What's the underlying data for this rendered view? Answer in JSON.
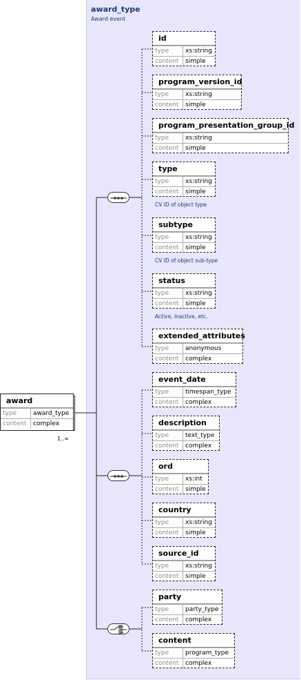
{
  "panel": {
    "title": "award_type",
    "subtitle": "Award event"
  },
  "root": {
    "name": "award",
    "type_label": "type",
    "type_value": "award_type",
    "content_label": "content",
    "content_value": "complex",
    "multiplicity": "1..∞"
  },
  "groups": [
    {
      "kind": "sequence",
      "elements": [
        {
          "name": "id",
          "type_label": "type",
          "type_value": "xs:string",
          "content_label": "content",
          "content_value": "simple",
          "note": ""
        },
        {
          "name": "program_version_id",
          "type_label": "type",
          "type_value": "xs:string",
          "content_label": "content",
          "content_value": "simple",
          "note": ""
        },
        {
          "name": "program_presentation_group_id",
          "type_label": "type",
          "type_value": "xs:string",
          "content_label": "content",
          "content_value": "simple",
          "note": ""
        },
        {
          "name": "type",
          "type_label": "type",
          "type_value": "xs:string",
          "content_label": "content",
          "content_value": "simple",
          "note": "CV ID of object type"
        },
        {
          "name": "subtype",
          "type_label": "type",
          "type_value": "xs:string",
          "content_label": "content",
          "content_value": "simple",
          "note": "CV ID of object sub-type"
        },
        {
          "name": "status",
          "type_label": "type",
          "type_value": "xs:string",
          "content_label": "content",
          "content_value": "simple",
          "note": "Active, Inactive, etc."
        },
        {
          "name": "extended_attributes",
          "type_label": "type",
          "type_value": "anonymous",
          "content_label": "content",
          "content_value": "complex",
          "note": ""
        }
      ]
    },
    {
      "kind": "sequence",
      "elements": [
        {
          "name": "event_date",
          "type_label": "type",
          "type_value": "timespan_type",
          "content_label": "content",
          "content_value": "complex",
          "note": ""
        },
        {
          "name": "description",
          "type_label": "type",
          "type_value": "text_type",
          "content_label": "content",
          "content_value": "complex",
          "note": ""
        },
        {
          "name": "ord",
          "type_label": "type",
          "type_value": "xs:int",
          "content_label": "content",
          "content_value": "simple",
          "note": ""
        },
        {
          "name": "country",
          "type_label": "type",
          "type_value": "xs:string",
          "content_label": "content",
          "content_value": "simple",
          "note": ""
        },
        {
          "name": "source_id",
          "type_label": "type",
          "type_value": "xs:string",
          "content_label": "content",
          "content_value": "simple",
          "note": ""
        }
      ]
    },
    {
      "kind": "choice",
      "elements": [
        {
          "name": "party",
          "type_label": "type",
          "type_value": "party_type",
          "content_label": "content",
          "content_value": "complex",
          "note": ""
        },
        {
          "name": "content",
          "type_label": "type",
          "type_value": "program_type",
          "content_label": "content",
          "content_value": "complex",
          "note": ""
        }
      ]
    }
  ]
}
